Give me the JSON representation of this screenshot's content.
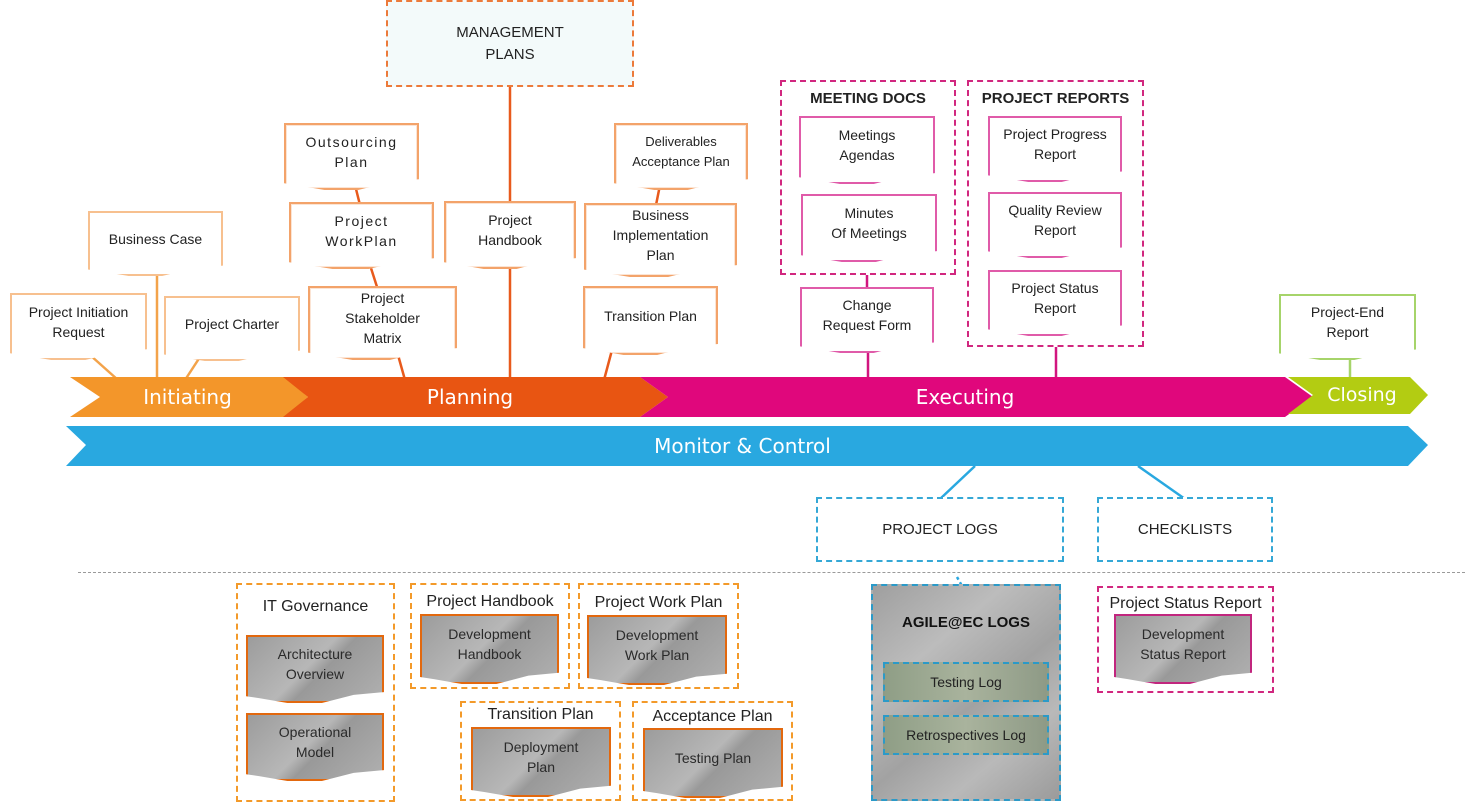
{
  "phases": {
    "initiating": "Initiating",
    "planning": "Planning",
    "executing": "Executing",
    "closing": "Closing",
    "monitor": "Monitor & Control"
  },
  "colors": {
    "initiating": "#f3962a",
    "planning": "#e85512",
    "executing": "#e0077c",
    "closing": "#b3cc12",
    "monitor": "#29a8e0"
  },
  "management_plans": "MANAGEMENT\nPLANS",
  "initiating_docs": {
    "business_case": "Business Case",
    "initiation_request": "Project Initiation\nRequest",
    "charter": "Project Charter"
  },
  "planning_docs": {
    "outsourcing": "Outsourcing\nPlan",
    "workplan": "Project\nWorkPlan",
    "stakeholder": "Project\nStakeholder\nMatrix",
    "handbook": "Project\nHandbook",
    "deliverables": "Deliverables\nAcceptance  Plan",
    "business_impl": "Business\nImplementation\nPlan",
    "transition": "Transition Plan"
  },
  "meeting_docs": {
    "title": "MEETING DOCS",
    "agendas": "Meetings\nAgendas",
    "minutes": "Minutes\nOf Meetings"
  },
  "change_request": "Change\nRequest Form",
  "project_reports": {
    "title": "PROJECT REPORTS",
    "progress": "Project Progress\nReport",
    "quality": "Quality Review\nReport",
    "status": "Project Status\nReport"
  },
  "project_end": "Project-End\nReport",
  "project_logs": "PROJECT LOGS",
  "checklists": "CHECKLISTS",
  "bottom": {
    "it_governance": {
      "title": "IT Governance",
      "architecture": "Architecture\nOverview",
      "operational": "Operational\nModel"
    },
    "handbook": {
      "title": "Project Handbook",
      "doc": "Development\nHandbook"
    },
    "work_plan": {
      "title": "Project Work Plan",
      "doc": "Development\nWork Plan"
    },
    "transition": {
      "title": "Transition Plan",
      "doc": "Deployment\nPlan"
    },
    "acceptance": {
      "title": "Acceptance Plan",
      "doc": "Testing Plan"
    },
    "agile": {
      "title": "AGILE@EC LOGS",
      "testing_log": "Testing Log",
      "retro_log": "Retrospectives Log"
    },
    "status_report": {
      "title": "Project Status Report",
      "doc": "Development\nStatus Report"
    }
  }
}
